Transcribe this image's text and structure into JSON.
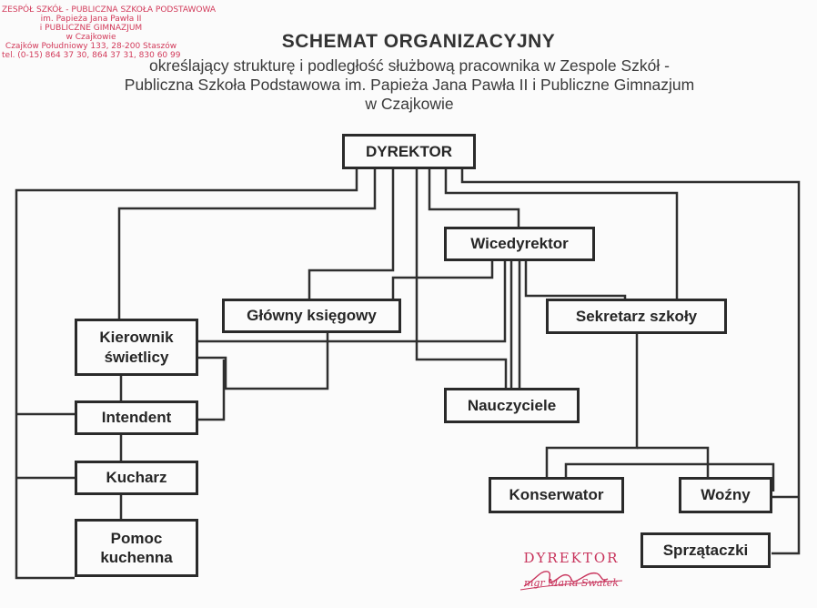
{
  "stamp": {
    "lines": [
      "ZESPÓŁ SZKÓŁ - PUBLICZNA SZKOŁA PODSTAWOWA",
      "im. Papieża Jana Pawła II",
      "i PUBLICZNE GIMNAZJUM",
      "w Czajkowie",
      "Czajków Południowy 133, 28-200 Staszów",
      "tel. (0-15) 864 37 30, 864 37 31, 830 60 99"
    ]
  },
  "header": {
    "title": "SCHEMAT ORGANIZACYJNY",
    "subtitle_lines": [
      "określający strukturę i podległość służbową pracownika w Zespole Szkół -",
      "Publiczna Szkoła Podstawowa im. Papieża Jana Pawła II i Publiczne Gimnazjum",
      "w Czajkowie"
    ]
  },
  "org": {
    "dyrektor": "DYREKTOR",
    "wicedyrektor": "Wicedyrektor",
    "glowny_ksiegowy": "Główny księgowy",
    "sekretarz": "Sekretarz szkoły",
    "kierownik_swietlicy": "Kierownik\nświetlicy",
    "intendent": "Intendent",
    "kucharz": "Kucharz",
    "pomoc_kuchenna": "Pomoc\nkuchenna",
    "nauczyciele": "Nauczyciele",
    "konserwator": "Konserwator",
    "wozny": "Woźny",
    "sprzataczki": "Sprzątaczki"
  },
  "signature": {
    "title": "DYREKTOR",
    "name": "mgr Maria Swatek"
  },
  "colors": {
    "ink": "#2a2a2a",
    "stamp": "#d23a5a",
    "paper": "#fbfbfb"
  }
}
